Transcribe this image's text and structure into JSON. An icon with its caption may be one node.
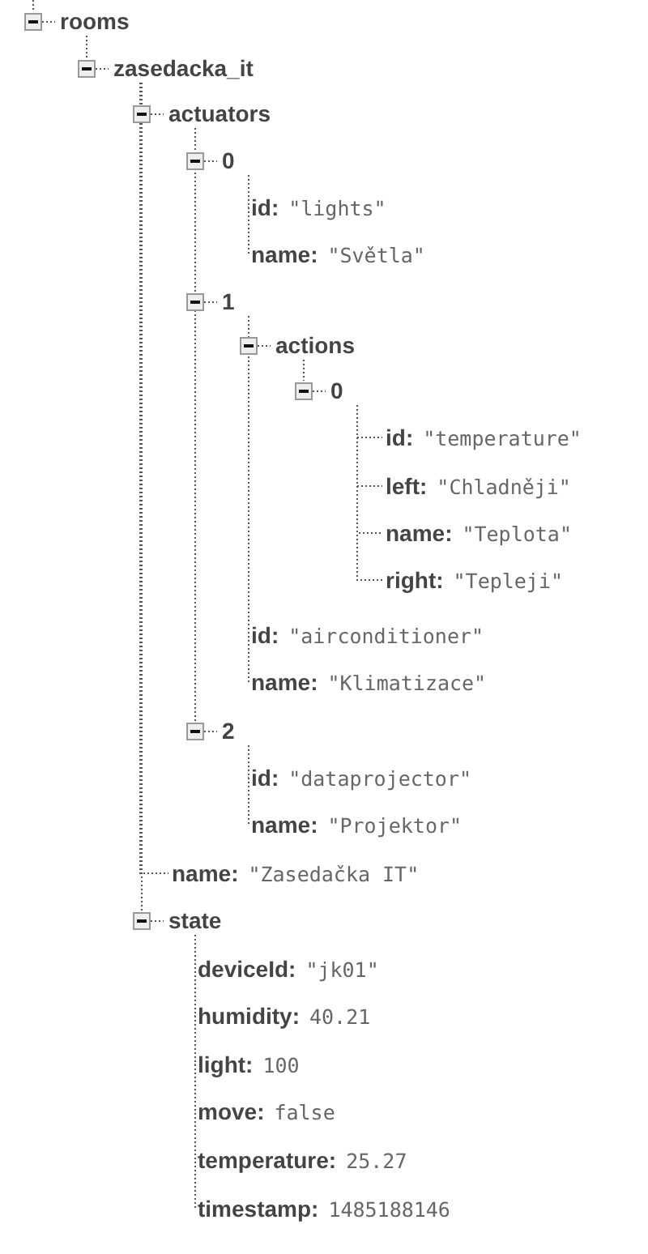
{
  "diagram": {
    "nodes": [
      {
        "text": [
          "rooms"
        ]
      },
      {
        "text": [
          "zasedacka_it"
        ]
      },
      {
        "text": [
          "actuators"
        ]
      },
      {
        "text": [
          "0"
        ]
      },
      {
        "text": [
          "id:",
          "\"lights\""
        ]
      },
      {
        "text": [
          "name:",
          "\"Světla\""
        ]
      },
      {
        "text": [
          "1"
        ]
      },
      {
        "text": [
          "actions"
        ]
      },
      {
        "text": [
          "0"
        ]
      },
      {
        "text": [
          "id:",
          "\"temperature\""
        ]
      },
      {
        "text": [
          "left:",
          "\"Chladněji\""
        ]
      },
      {
        "text": [
          "name:",
          "\"Teplota\""
        ]
      },
      {
        "text": [
          "right:",
          "\"Tepleji\""
        ]
      },
      {
        "text": [
          "id:",
          "\"airconditioner\""
        ]
      },
      {
        "text": [
          "name:",
          "\"Klimatizace\""
        ]
      },
      {
        "text": [
          "2"
        ]
      },
      {
        "text": [
          "id:",
          "\"dataprojector\""
        ]
      },
      {
        "text": [
          "name:",
          "\"Projektor\""
        ]
      },
      {
        "text": [
          "name:",
          "\"Zasedačka IT\""
        ]
      },
      {
        "text": [
          "state"
        ]
      },
      {
        "text": [
          "deviceId:",
          "\"jk01\""
        ]
      },
      {
        "text": [
          "humidity:",
          "40.21"
        ]
      },
      {
        "text": [
          "light:",
          "100"
        ]
      },
      {
        "text": [
          "move:",
          "false"
        ]
      },
      {
        "text": [
          "temperature:",
          "25.27"
        ]
      },
      {
        "text": [
          "timestamp:",
          "1485188146"
        ]
      }
    ],
    "edges": [
      {
        "from": null,
        "to": 0,
        "arrow": "none"
      },
      {
        "from": 0,
        "to": 1,
        "arrow": "none"
      },
      {
        "from": 1,
        "to": 2,
        "arrow": "none"
      },
      {
        "from": 2,
        "to": 3,
        "arrow": "none"
      },
      {
        "from": 3,
        "to": 4,
        "arrow": "none"
      },
      {
        "from": 3,
        "to": 5,
        "arrow": "none"
      },
      {
        "from": 2,
        "to": 6,
        "arrow": "none"
      },
      {
        "from": 6,
        "to": 7,
        "arrow": "none"
      },
      {
        "from": 7,
        "to": 8,
        "arrow": "none"
      },
      {
        "from": 8,
        "to": 9,
        "arrow": "none"
      },
      {
        "from": 8,
        "to": 10,
        "arrow": "none"
      },
      {
        "from": 8,
        "to": 11,
        "arrow": "none"
      },
      {
        "from": 8,
        "to": 12,
        "arrow": "none"
      },
      {
        "from": 6,
        "to": 13,
        "arrow": "none"
      },
      {
        "from": 6,
        "to": 14,
        "arrow": "none"
      },
      {
        "from": 2,
        "to": 15,
        "arrow": "none"
      },
      {
        "from": 15,
        "to": 16,
        "arrow": "none"
      },
      {
        "from": 15,
        "to": 17,
        "arrow": "none"
      },
      {
        "from": 1,
        "to": 18,
        "arrow": "none"
      },
      {
        "from": 1,
        "to": 19,
        "arrow": "none"
      },
      {
        "from": 19,
        "to": 20,
        "arrow": "none"
      },
      {
        "from": 19,
        "to": 21,
        "arrow": "none"
      },
      {
        "from": 19,
        "to": 22,
        "arrow": "none"
      },
      {
        "from": 19,
        "to": 23,
        "arrow": "none"
      },
      {
        "from": 19,
        "to": 24,
        "arrow": "none"
      },
      {
        "from": 19,
        "to": 25,
        "arrow": "none"
      }
    ]
  }
}
